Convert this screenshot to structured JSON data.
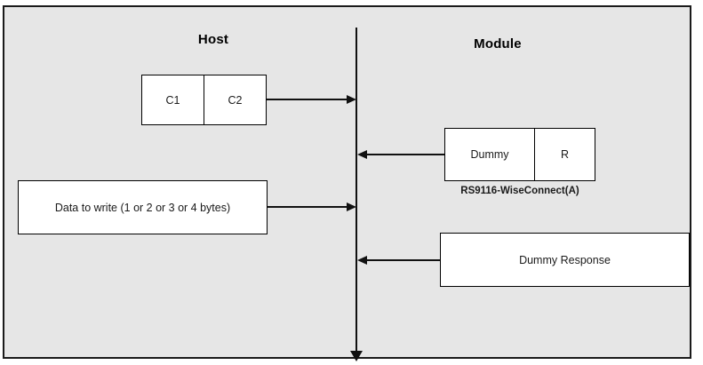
{
  "diagram": {
    "title_host": "Host",
    "title_module": "Module",
    "timeline": {
      "name": "time-axis",
      "direction": "downward"
    },
    "packets": {
      "command": {
        "name": "command-packet",
        "cells": [
          "C1",
          "C2"
        ]
      },
      "dummy_r": {
        "name": "dummy-r-packet",
        "cells": [
          "Dummy",
          "R"
        ],
        "caption": "RS9116-WiseConnect(A)"
      },
      "data_to_write": {
        "name": "data-to-write-packet",
        "label": "Data to write (1 or 2 or 3 or 4 bytes)"
      },
      "dummy_response": {
        "name": "dummy-response-packet",
        "label": "Dummy Response"
      }
    },
    "messages": [
      {
        "id": "msg1",
        "from": "host",
        "to": "module",
        "direction": "right"
      },
      {
        "id": "msg2",
        "from": "module",
        "to": "host",
        "direction": "left"
      },
      {
        "id": "msg3",
        "from": "host",
        "to": "module",
        "direction": "right"
      },
      {
        "id": "msg4",
        "from": "module",
        "to": "host",
        "direction": "left"
      }
    ],
    "colors": {
      "canvas_background": "#e6e6e6",
      "page_background": "#ffffff",
      "border": "#1a1a1a",
      "box_fill": "#ffffff",
      "line": "#111111",
      "text": "#1a1a1a"
    }
  }
}
